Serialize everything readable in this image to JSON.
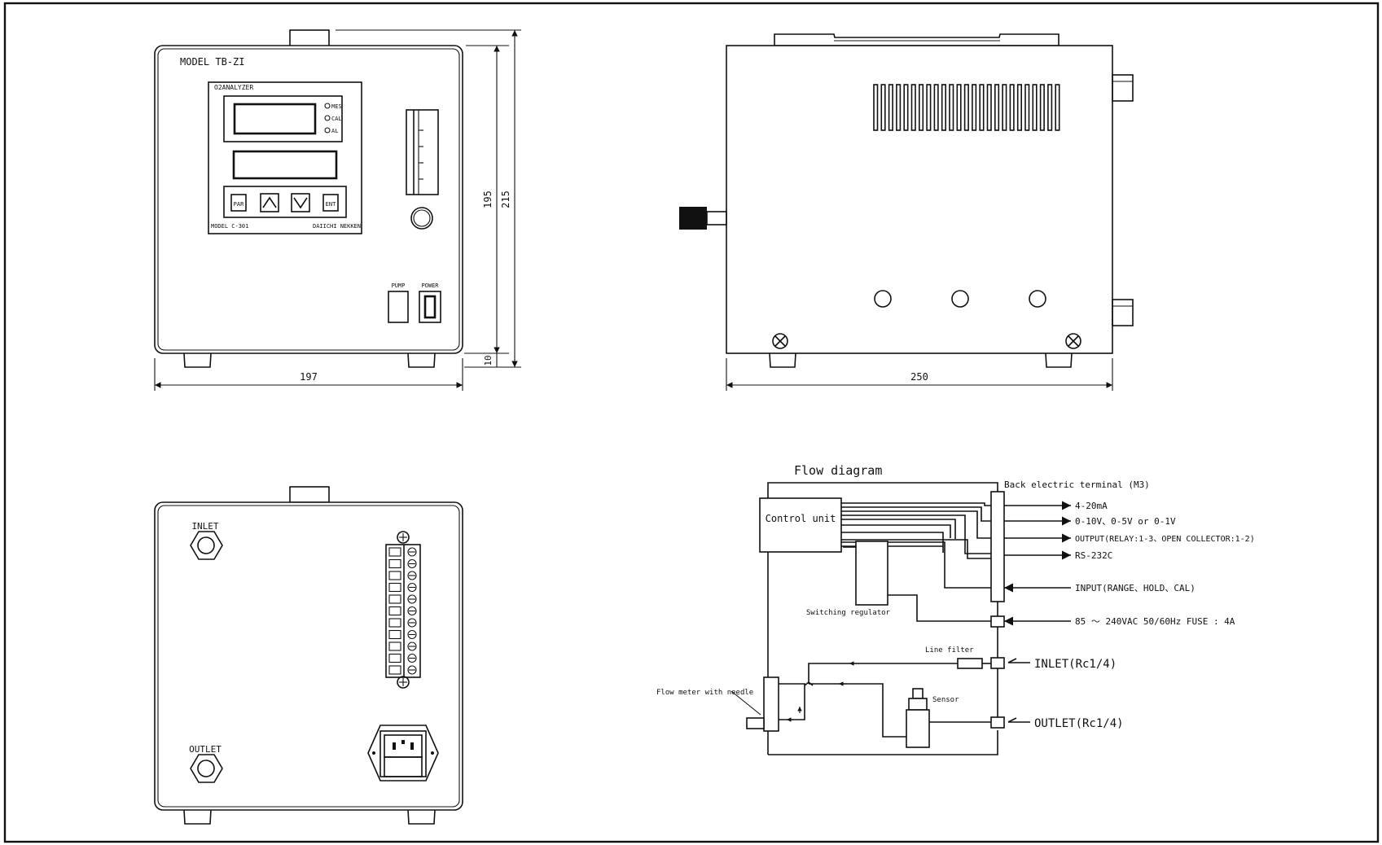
{
  "front": {
    "model_label": "MODEL TB-ZI",
    "panel_title": "O2ANALYZER",
    "indicators": [
      "MES",
      "CAL",
      "AL"
    ],
    "keys": [
      "PAR",
      "ENT"
    ],
    "panel_model": "MODEL C-301",
    "maker": "DAIICHI NEKKEN",
    "pump_label": "PUMP",
    "power_label": "POWER",
    "dim_width": "197",
    "dim_body_height": "195",
    "dim_total_height": "215",
    "dim_foot": "10"
  },
  "side": {
    "dim_depth": "250"
  },
  "back": {
    "inlet_label": "INLET",
    "outlet_label": "OUTLET"
  },
  "flow": {
    "title": "Flow diagram",
    "control_unit": "Control unit",
    "terminal": "Back electric terminal (M3)",
    "outputs": [
      "4-20mA",
      "0-10V、0-5V or 0-1V",
      "OUTPUT(RELAY:1-3、OPEN COLLECTOR:1-2)",
      "RS-232C"
    ],
    "input": "INPUT(RANGE、HOLD、CAL)",
    "power": "85 ～ 240VAC 50/60Hz FUSE : 4A",
    "switching_regulator": "Switching regulator",
    "line_filter": "Line filter",
    "inlet": "INLET(Rc1/4)",
    "sensor": "Sensor",
    "outlet": "OUTLET(Rc1/4)",
    "flow_meter": "Flow meter with needle"
  }
}
